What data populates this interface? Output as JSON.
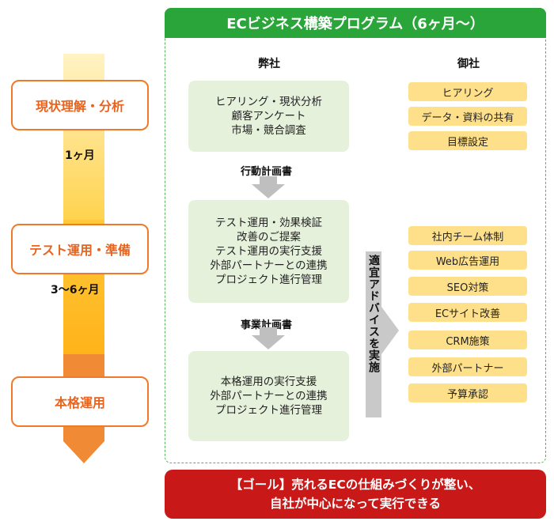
{
  "phases": [
    {
      "label": "現状理解・分析"
    },
    {
      "label": "テスト運用・準備"
    },
    {
      "label": "本格運用"
    }
  ],
  "durations": [
    "1ヶ月",
    "3〜6ヶ月"
  ],
  "program_title": "ECビジネス構築プログラム（6ヶ月〜）",
  "columns": {
    "ours": "弊社",
    "yours": "御社"
  },
  "tasks": [
    {
      "lines": [
        "ヒアリング・現状分析",
        "顧客アンケート",
        "市場・競合調査"
      ]
    },
    {
      "lines": [
        "テスト運用・効果検証",
        "改善のご提案",
        "テスト運用の実行支援",
        "外部パートナーとの連携",
        "プロジェクト進行管理"
      ]
    },
    {
      "lines": [
        "本格運用の実行支援",
        "外部パートナーとの連携",
        "プロジェクト進行管理"
      ]
    }
  ],
  "documents": [
    "行動計画書",
    "事業計画書"
  ],
  "advice": "適宜アドバイスを実施",
  "client_items": [
    "ヒアリング",
    "データ・資料の共有",
    "目標設定",
    "社内チーム体制",
    "Web広告運用",
    "SEO対策",
    "ECサイト改善",
    "CRM施策",
    "外部パートナー",
    "予算承認"
  ],
  "goal": {
    "line1": "【ゴール】売れるECの仕組みづくりが整い、",
    "line2": "自社が中心になって実行できる"
  },
  "colors": {
    "green": "#2aa53a",
    "orange": "#f07a2a",
    "yellow": "#ffe08a",
    "red": "#c81818"
  }
}
